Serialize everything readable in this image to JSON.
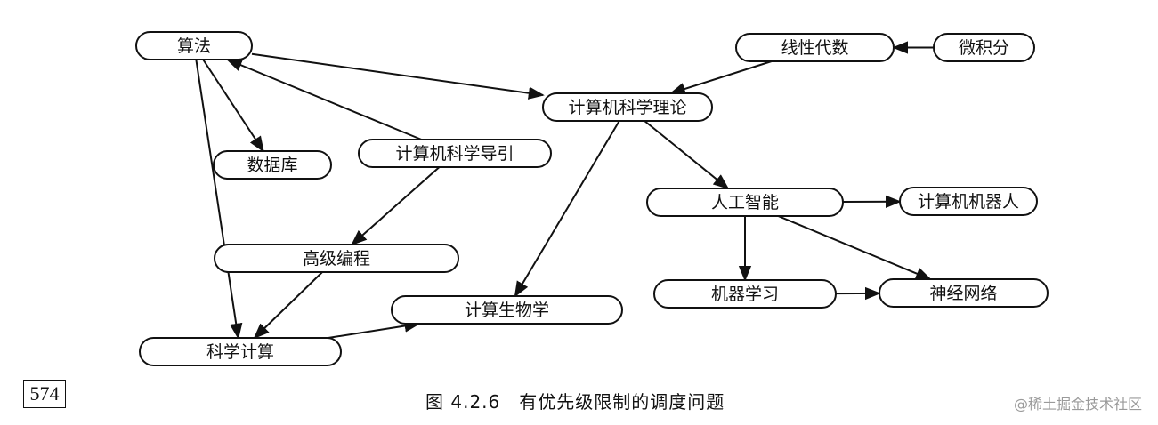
{
  "nodes": {
    "algorithm": "算法",
    "database": "数据库",
    "intro_cs": "计算机科学导引",
    "adv_programming": "高级编程",
    "sci_computing": "科学计算",
    "comp_biology": "计算生物学",
    "linear_algebra": "线性代数",
    "calculus": "微积分",
    "cs_theory": "计算机科学理论",
    "ai": "人工智能",
    "robotics": "计算机机器人",
    "machine_learning": "机器学习",
    "neural_networks": "神经网络"
  },
  "edges": [
    [
      "algorithm",
      "database"
    ],
    [
      "algorithm",
      "cs_theory"
    ],
    [
      "algorithm",
      "sci_computing"
    ],
    [
      "intro_cs",
      "algorithm"
    ],
    [
      "intro_cs",
      "adv_programming"
    ],
    [
      "adv_programming",
      "sci_computing"
    ],
    [
      "sci_computing",
      "comp_biology"
    ],
    [
      "cs_theory",
      "comp_biology"
    ],
    [
      "cs_theory",
      "ai"
    ],
    [
      "linear_algebra",
      "cs_theory"
    ],
    [
      "calculus",
      "linear_algebra"
    ],
    [
      "ai",
      "robotics"
    ],
    [
      "ai",
      "machine_learning"
    ],
    [
      "ai",
      "neural_networks"
    ],
    [
      "machine_learning",
      "neural_networks"
    ]
  ],
  "page_number": "574",
  "caption": "图 4.2.6　有优先级限制的调度问题",
  "watermark": "@稀土掘金技术社区"
}
